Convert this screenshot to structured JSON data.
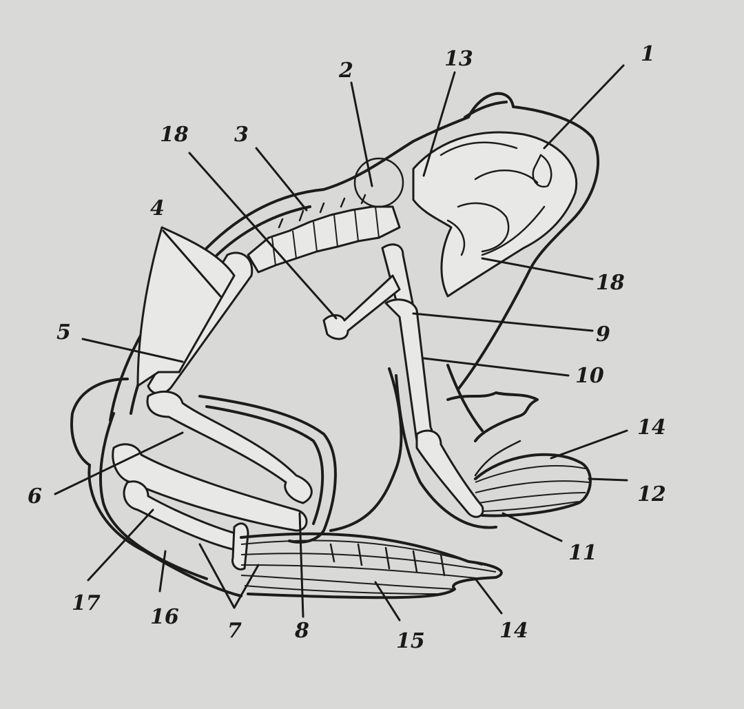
{
  "figure": {
    "labels": {
      "l1": "1",
      "l2": "2",
      "l3": "3",
      "l4": "4",
      "l5": "5",
      "l6": "6",
      "l7": "7",
      "l8": "8",
      "l9": "9",
      "l10": "10",
      "l11": "11",
      "l12": "12",
      "l13": "13",
      "l14a": "14",
      "l14b": "14",
      "l15": "15",
      "l16": "16",
      "l17": "17",
      "l18a": "18",
      "l18b": "18"
    }
  }
}
